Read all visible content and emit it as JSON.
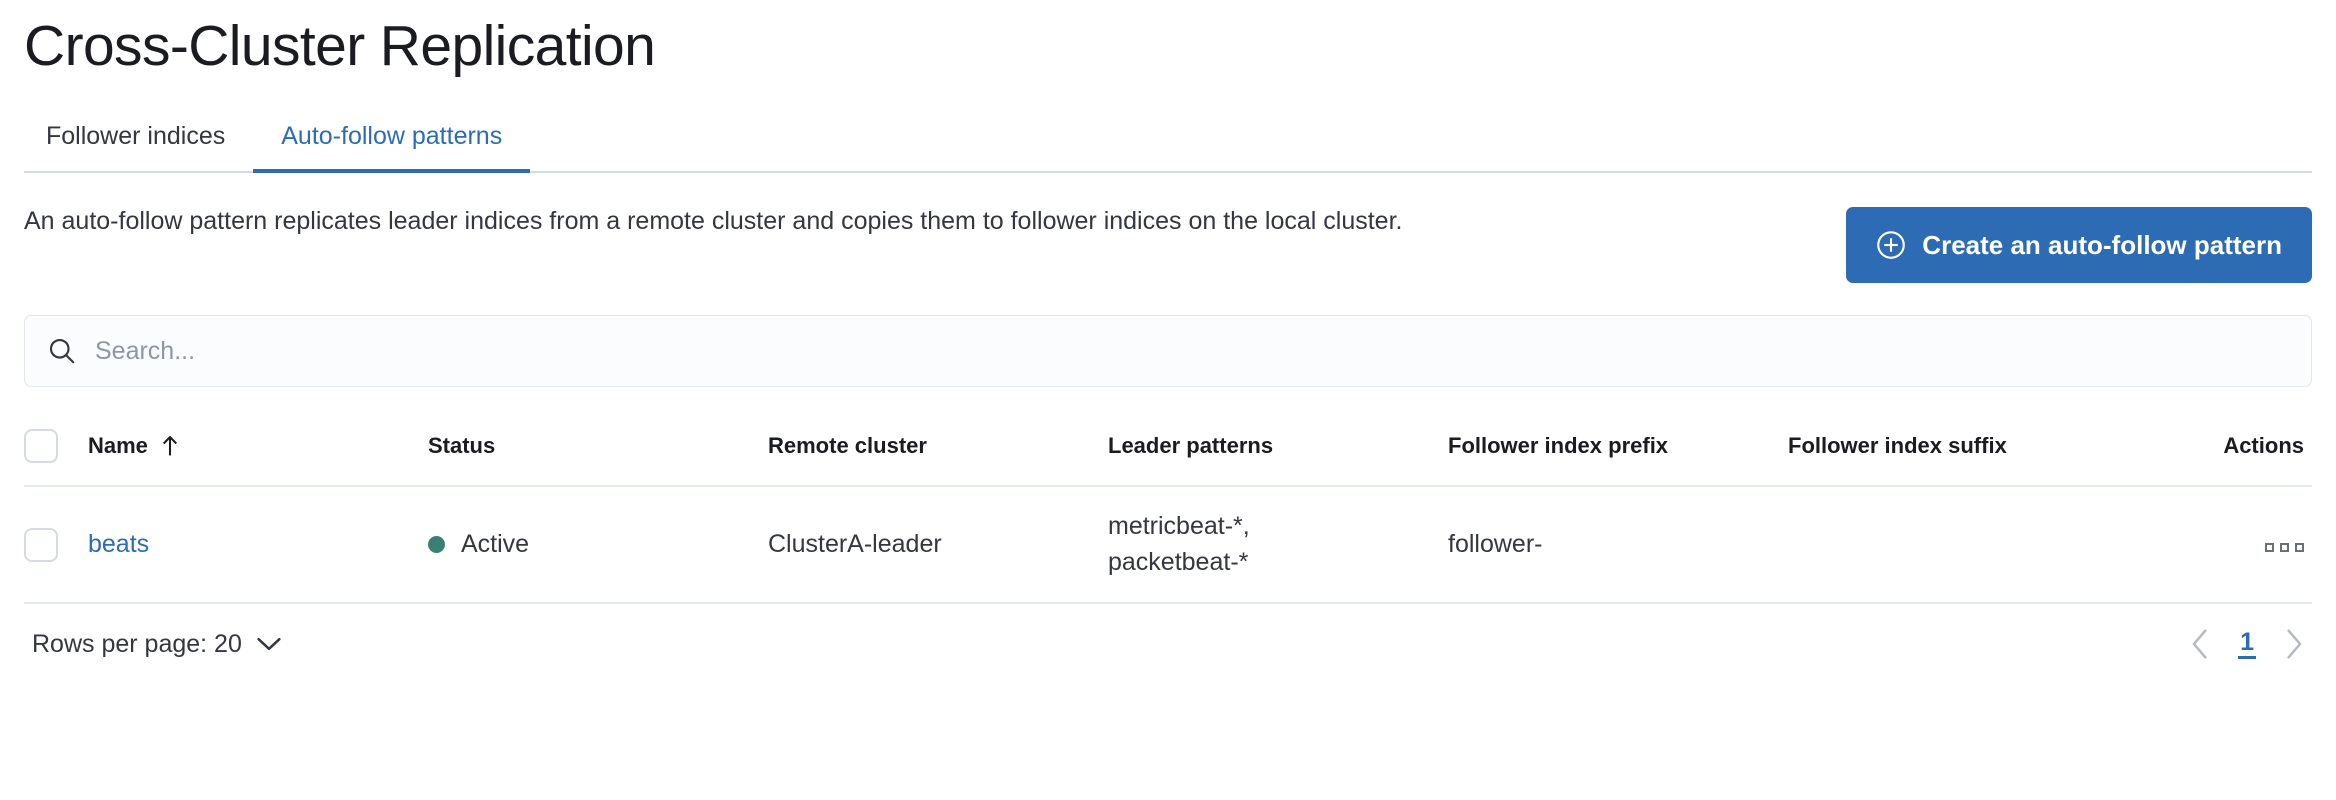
{
  "header": {
    "title": "Cross-Cluster Replication"
  },
  "tabs": [
    {
      "label": "Follower indices",
      "active": false
    },
    {
      "label": "Auto-follow patterns",
      "active": true
    }
  ],
  "intro": {
    "description": "An auto-follow pattern replicates leader indices from a remote cluster and copies them to follower indices on the local cluster.",
    "create_button_label": "Create an auto-follow pattern",
    "create_button_icon": "plus-in-circle-icon"
  },
  "search": {
    "placeholder": "Search...",
    "value": "",
    "icon": "search-icon"
  },
  "table": {
    "columns": [
      {
        "key": "name",
        "label": "Name",
        "sorted": "asc"
      },
      {
        "key": "status",
        "label": "Status"
      },
      {
        "key": "remote_cluster",
        "label": "Remote cluster"
      },
      {
        "key": "leader_patterns",
        "label": "Leader patterns"
      },
      {
        "key": "follower_index_prefix",
        "label": "Follower index prefix"
      },
      {
        "key": "follower_index_suffix",
        "label": "Follower index suffix"
      },
      {
        "key": "actions",
        "label": "Actions"
      }
    ],
    "rows": [
      {
        "name": "beats",
        "status": "Active",
        "status_color": "#3b7f73",
        "remote_cluster": "ClusterA-leader",
        "leader_patterns": "metricbeat-*,\npacketbeat-*",
        "follower_index_prefix": "follower-",
        "follower_index_suffix": "",
        "actions_icon": "more-actions-icon"
      }
    ]
  },
  "footer": {
    "rows_per_page_label": "Rows per page: 20",
    "current_page": "1",
    "prev_icon": "chevron-left-icon",
    "next_icon": "chevron-right-icon"
  },
  "colors": {
    "accent": "#2d6cb4",
    "text": "#343741",
    "status_active": "#3b7f73",
    "border": "#e4e8f1"
  }
}
